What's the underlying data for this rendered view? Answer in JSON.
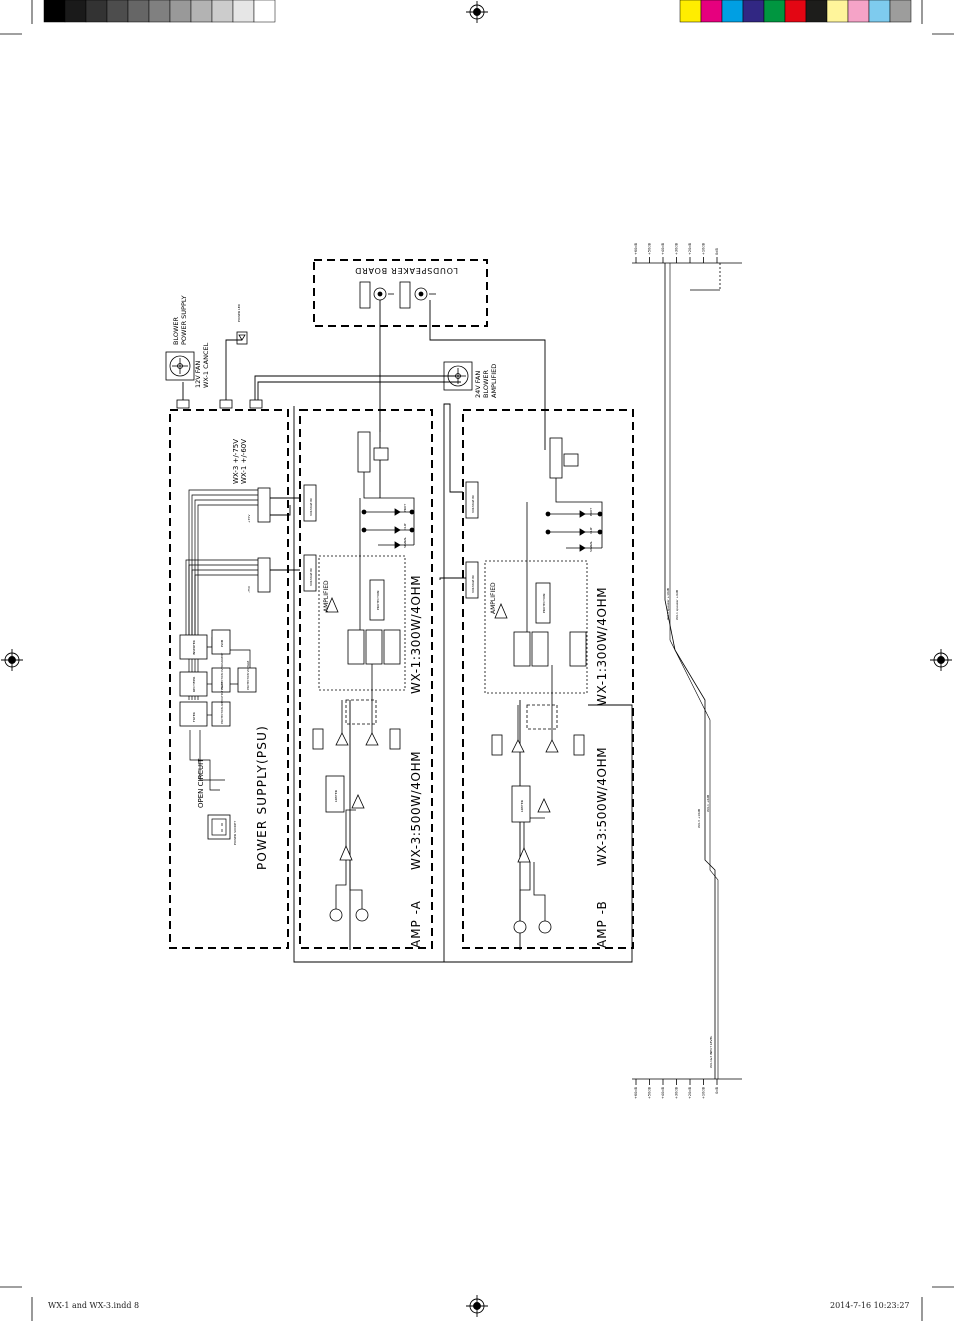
{
  "colors": {
    "gray_bars": [
      "#000000",
      "#1a1a1a",
      "#333333",
      "#4d4d4d",
      "#666666",
      "#808080",
      "#999999",
      "#b3b3b3",
      "#cccccc",
      "#e6e6e6",
      "#ffffff"
    ],
    "color_bars": [
      "#ffed00",
      "#e6007e",
      "#009fe3",
      "#312783",
      "#009640",
      "#e30613",
      "#1d1d1b",
      "#fff59b",
      "#f5a3c7",
      "#7ecbee",
      "#9d9d9c"
    ]
  },
  "footer": {
    "left": "WX-1 and WX-3.indd   8",
    "right": "2014-7-16   10:23:27"
  },
  "diagram": {
    "psu_title": "POWER SUPPLY(PSU)",
    "open_circuit": "OPEN CIRCUIT",
    "mains_input": "POWER SOCKET",
    "filter": "FILTER",
    "rectifier": "RECTIFIER",
    "inverter": "INVERTER",
    "pwm": "PWM",
    "protection_ampoutput": "PROTECTION AMPOUTPUT FAULT",
    "protection_overcurrent": "PROTECTION OVERCURRENT",
    "protection_voltage": "PROTECTION VOLTAGE",
    "rail_pos": "+75V",
    "rail_neg": "-75V",
    "psu_out_note_1": "WX-3 +/-75V",
    "psu_out_note_2": "WX-1 +/-60V",
    "blower_psu_1": "BLOWER",
    "blower_psu_2": "POWER SUPPLY",
    "fan_12v_1": "12V FAN",
    "fan_12v_2": "WX-1 CANCEL",
    "fan_24v_1": "24V FAN",
    "fan_24v_2": "BLOWER",
    "fan_24v_3": "AMPLIFIED",
    "power_led": "POWER LED",
    "speaker_board": "LOUDSPEAKER BOARD",
    "amp_a": "AMP  -A",
    "amp_b": "AMP  -B",
    "wx3_a": "WX-3:500W/4OHM",
    "wx1_a": "WX-1:300W/4OHM",
    "wx3_b": "WX-3:500W/4OHM",
    "wx1_b": "WX-1:300W/4OHM",
    "amplified": "AMPLIFIED",
    "limiter": "LIMITER",
    "protection": "PROTECTION",
    "voltage_in": "VOLTAGE IN",
    "signal_leds": "SIGNAL",
    "clip_led": "CLIP",
    "prot_led": "PROT",
    "wx3_speaker_note": "WX-3 speaker  +10dB",
    "wx1_speaker_note": "WX-1 speaker  +6dB",
    "wx3_level": "WX-3 +10dB",
    "wx1_level": "WX-1 +6dB",
    "input_level": "WX-1&3 INPUT LEVEL",
    "scale_top": [
      "+60dB",
      "+50dB",
      "+40dB",
      "+30dB",
      "+20dB",
      "+10dB",
      "0dB"
    ],
    "scale_bottom": [
      "+60dB",
      "+50dB",
      "+40dB",
      "+30dB",
      "+20dB",
      "+10dB",
      "0dB"
    ]
  }
}
